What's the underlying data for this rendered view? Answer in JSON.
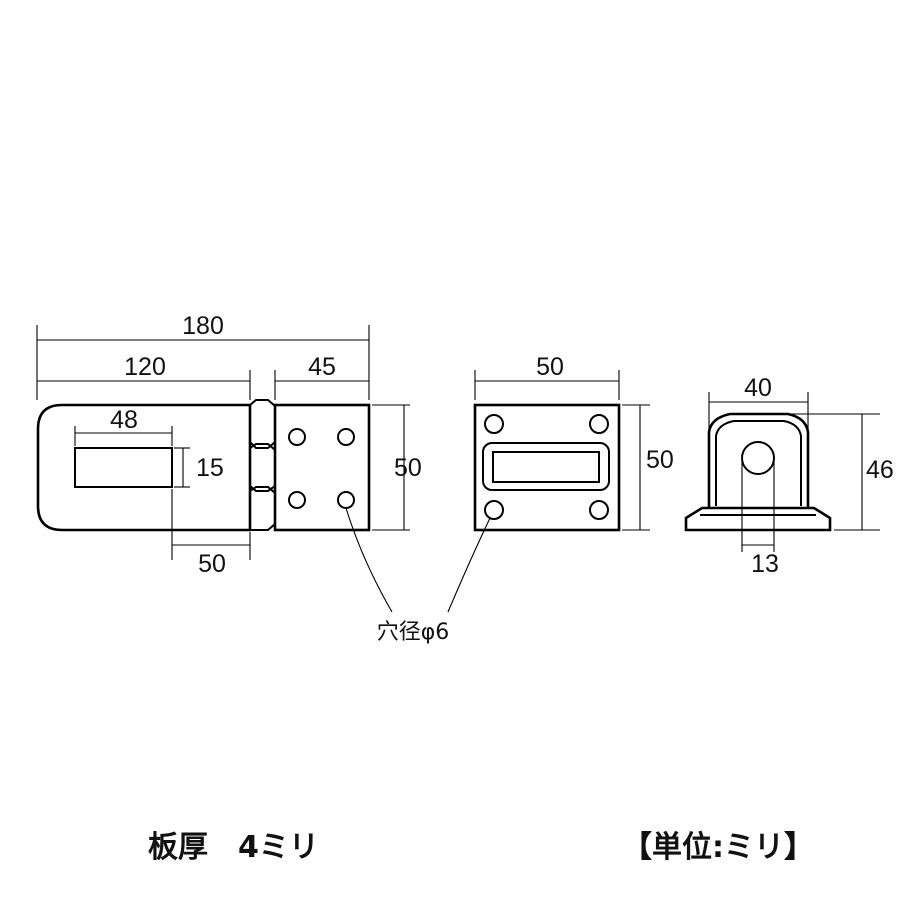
{
  "dimensions": {
    "overall_length": "180",
    "hasp_length": "120",
    "hinge_plate_width": "45",
    "slot_length": "48",
    "slot_height": "15",
    "height_main": "50",
    "offset_bottom": "50",
    "staple_width": "50",
    "staple_height": "50",
    "side_width": "40",
    "side_height": "46",
    "side_hole": "13"
  },
  "notes": {
    "hole_diameter": "穴径φ6"
  },
  "captions": {
    "thickness": "板厚　4ミリ",
    "units": "【単位:ミリ】"
  }
}
